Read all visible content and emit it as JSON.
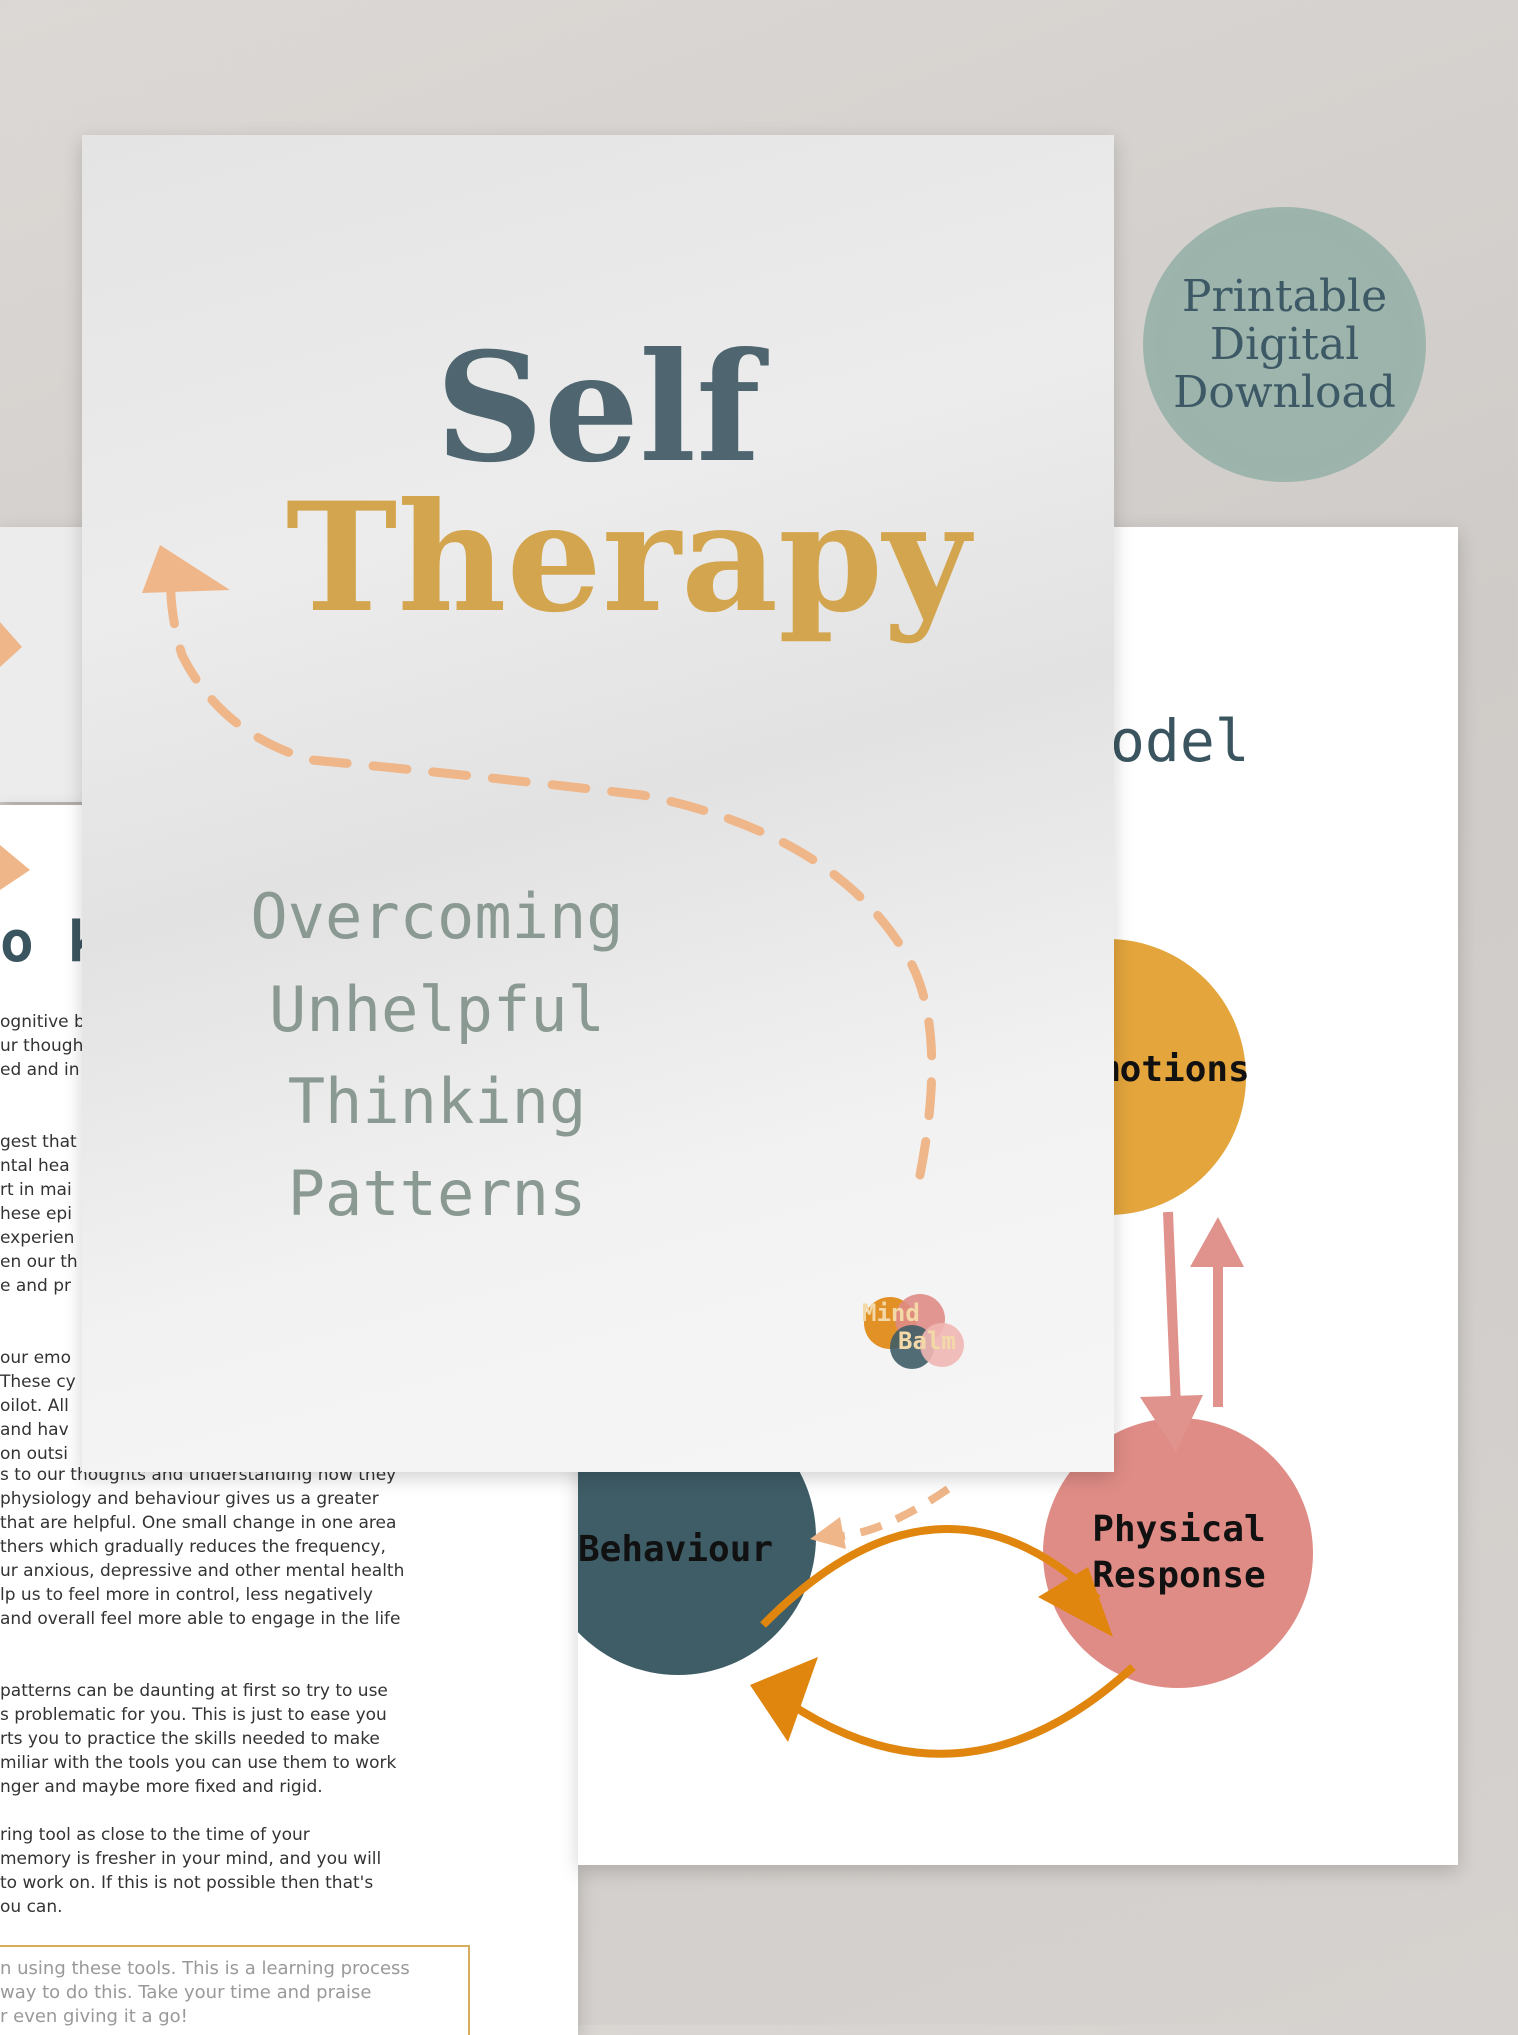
{
  "badge": {
    "line1": "Printable",
    "line2": "Digital",
    "line3": "Download"
  },
  "cover": {
    "title_line1": "Self",
    "title_line2": "Therapy",
    "subtitle": [
      "Overcoming",
      "Unhelpful",
      "Thinking",
      "Patterns"
    ],
    "logo": {
      "word1": "Mind",
      "word2": "Balm"
    }
  },
  "right_page": {
    "title_fragment1": "e",
    "title_fragment2": "odel",
    "circles": {
      "emotions": "motions",
      "physical": "Physical\nResponse",
      "behaviour": "Behaviour"
    }
  },
  "left_page": {
    "heading_fragment": "o ke",
    "partial_lines": [
      "ognitive b",
      "ur though",
      "ed and in",
      "",
      "",
      "gest that",
      "ntal hea",
      "rt in mai",
      "hese epi",
      "experien",
      "en our th",
      "e and pr",
      "",
      "",
      "our emo",
      "These cy",
      "oilot. All",
      "and hav",
      "on outsi"
    ],
    "lines": [
      "s to our thoughts and understanding how they",
      "physiology and behaviour gives us a greater",
      "that are helpful. One small change in one area",
      "thers which gradually reduces the frequency,",
      "ur anxious, depressive and other mental health",
      "lp us to feel more in control, less negatively",
      "and overall feel more able to engage in the life",
      "",
      "",
      "patterns can be daunting at first so try to use",
      "s problematic for you. This is just to ease you",
      "rts you to practice the skills needed to make",
      "miliar with the tools you can use them to work",
      "nger and maybe more fixed and rigid.",
      "",
      "ring tool as close to the time of your",
      "memory is fresher in your mind, and you will",
      "to work on. If this is not possible then that's",
      "ou can."
    ],
    "note_lines": [
      "n using these tools. This is a learning process",
      "way to do this. Take your time and praise",
      "r even giving it a go!"
    ]
  },
  "colors": {
    "teal_dark": "#3b5560",
    "mustard": "#d3a54f",
    "sage": "#8a9a92",
    "peach": "#efb689",
    "emotions_circle": "#e3a53c",
    "physical_circle": "#e08c86",
    "behaviour_circle": "#3f5d67",
    "orange_arrow": "#e0860f",
    "pink_arrow": "#e0928d"
  }
}
